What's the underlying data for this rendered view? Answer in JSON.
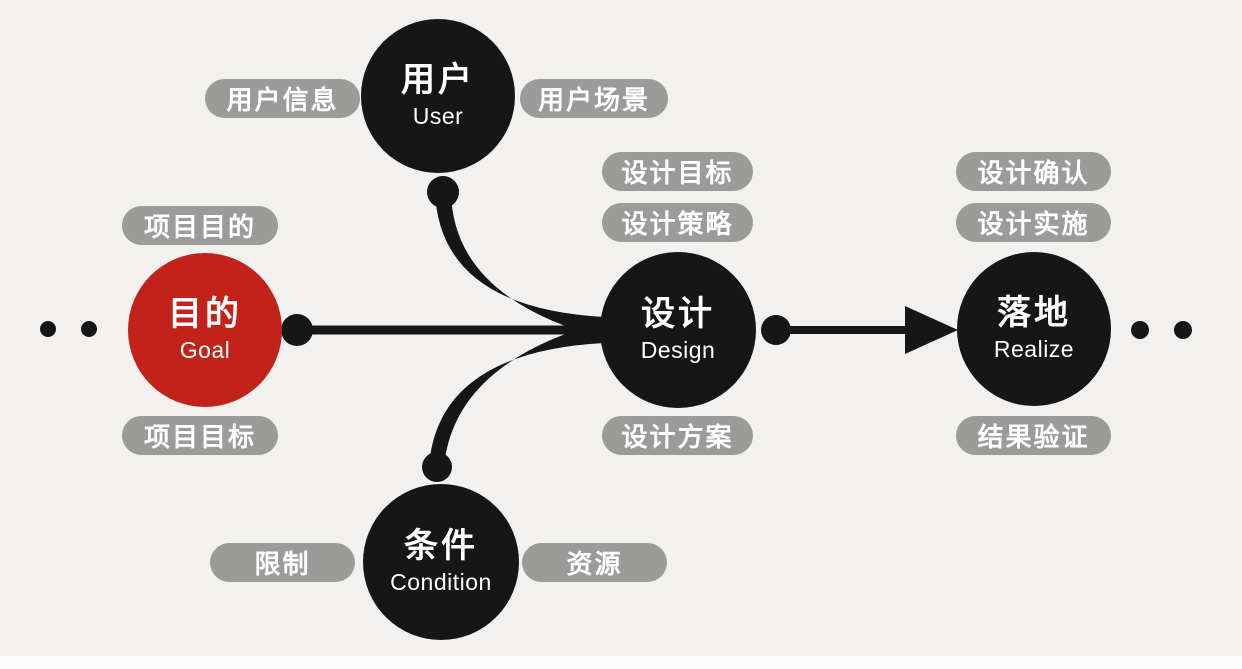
{
  "diagram": {
    "nodes": {
      "goal": {
        "zh": "目的",
        "en": "Goal"
      },
      "user": {
        "zh": "用户",
        "en": "User"
      },
      "design": {
        "zh": "设计",
        "en": "Design"
      },
      "condition": {
        "zh": "条件",
        "en": "Condition"
      },
      "realize": {
        "zh": "落地",
        "en": "Realize"
      }
    },
    "pills": {
      "goal_top": "项目目的",
      "goal_bottom": "项目目标",
      "user_left": "用户信息",
      "user_right": "用户场景",
      "design_top1": "设计目标",
      "design_top2": "设计策略",
      "design_bottom": "设计方案",
      "realize_top1": "设计确认",
      "realize_top2": "设计实施",
      "realize_bottom": "结果验证",
      "condition_left": "限制",
      "condition_right": "资源"
    },
    "colors": {
      "background": "#f2f1ef",
      "goal_red": "#c2221a",
      "node_black": "#161616",
      "pill_gray": "#9b9b9a",
      "text_white": "#ffffff"
    }
  }
}
